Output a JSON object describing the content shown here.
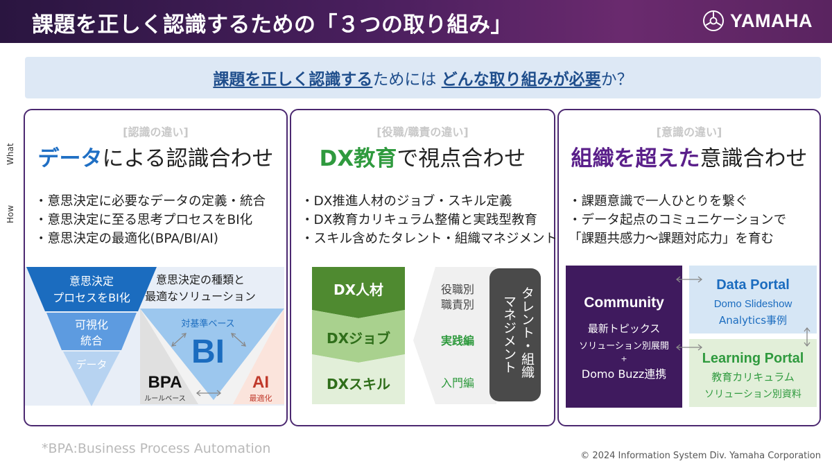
{
  "header": {
    "title": "課題を正しく認識するための「３つの取り組み」",
    "logo_text": "YAMAHA"
  },
  "banner": {
    "part1": "課題を正しく認識する",
    "part2": "ためには ",
    "part3": "どんな取り組みが必要",
    "part4": "か？"
  },
  "side_labels": {
    "what": "What",
    "how": "How"
  },
  "panels": [
    {
      "tag": "[認識の違い]",
      "title_strong": "データ",
      "title_rest": "による認識合わせ",
      "bullets": [
        "・意思決定に必要なデータの定義・統合",
        "・意思決定に至る思考プロセスをBI化",
        "・意思決定の最適化(BPA/BI/AI)"
      ],
      "diagram": {
        "levels": [
          "意思決定",
          "プロセスをBI化",
          "可視化",
          "統合",
          "データ"
        ],
        "caption1": "意思決定の種類と",
        "caption2": "最適なソリューション",
        "criteria": "対基準ベース",
        "bi": "BI",
        "bpa": "BPA",
        "bpa_sub": "ルールベース",
        "ai": "AI",
        "ai_sub": "最適化"
      }
    },
    {
      "tag": "[役職/職責の違い]",
      "title_strong": "DX教育",
      "title_rest": "で視点合わせ",
      "bullets": [
        "・DX推進人材のジョブ・スキル定義",
        "・DX教育カリキュラム整備と実践型教育",
        "・スキル含めたタレント・組織マネジメント"
      ],
      "diagram": {
        "blocks": [
          "DX人材",
          "DXジョブ",
          "DXスキル"
        ],
        "roles1": "役職別",
        "roles2": "職責別",
        "practice": "実践編",
        "intro": "入門編",
        "mgmt_col1": "タレント・組織",
        "mgmt_col2": "マネジメント"
      }
    },
    {
      "tag": "[意識の違い]",
      "title_strong": "組織を超えた",
      "title_rest": "意識合わせ",
      "bullets": [
        "・課題意識で一人ひとりを繋ぐ",
        "・データ起点のコミュニケーションで",
        "「課題共感力～課題対応力」を育む"
      ],
      "diagram": {
        "community_title": "Community",
        "community_l1": "最新トピックス",
        "community_l2": "ソリューション別展開",
        "community_plus": "+",
        "community_l3": "Domo Buzz連携",
        "data_title": "Data Portal",
        "data_l1": "Domo Slideshow",
        "data_l2": "Analytics事例",
        "learn_title": "Learning Portal",
        "learn_l1": "教育カリキュラム",
        "learn_l2": "ソリューション別資料"
      }
    }
  ],
  "footnote": "*BPA:Business Process Automation",
  "copyright": "© 2024 Information System Div.  Yamaha Corporation",
  "colors": {
    "header": "#4a1f5e",
    "blue": "#1f6fc4",
    "green": "#2f9a3e",
    "purple": "#5a1f8a",
    "banner_bg": "#dde8f5",
    "panel_border": "#4b2870"
  }
}
